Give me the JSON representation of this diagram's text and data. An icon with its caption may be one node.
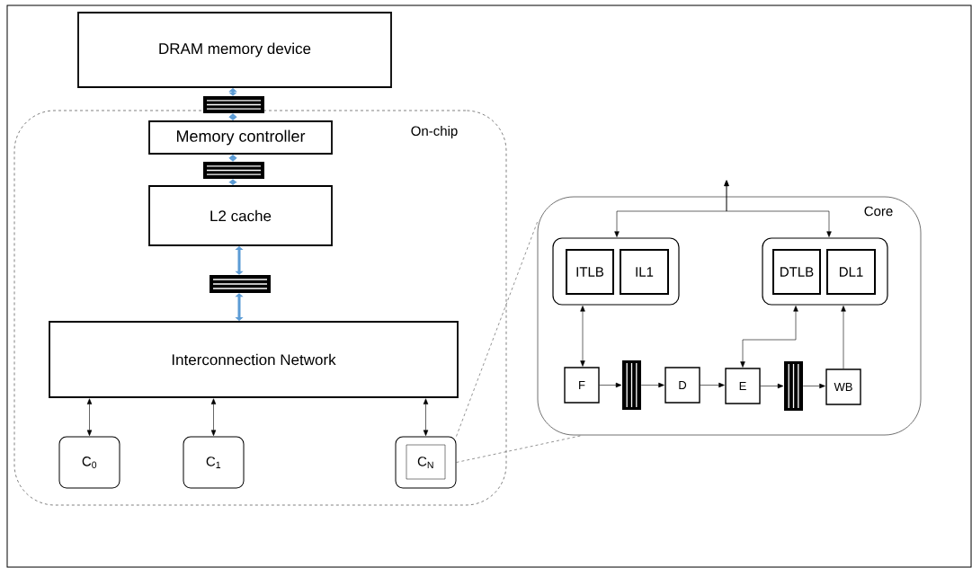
{
  "diagram": {
    "nodes": [
      {
        "text": [
          "DRAM memory device"
        ]
      },
      {
        "text": [
          "On-chip"
        ]
      },
      {
        "text": [],
        "shape": "bar"
      },
      {
        "text": [
          "Memory controller"
        ],
        "in": 1
      },
      {
        "text": [],
        "shape": "bar",
        "in": 1
      },
      {
        "text": [
          "L2 cache"
        ],
        "in": 1
      },
      {
        "text": [],
        "shape": "bar",
        "in": 1
      },
      {
        "text": [
          "Interconnection Network"
        ],
        "in": 1
      },
      {
        "text": [
          "C$_{0}$"
        ],
        "in": 1
      },
      {
        "text": [
          "C$_{1}$"
        ],
        "in": 1
      },
      {
        "text": [
          "C$_{N}$"
        ],
        "in": 1
      },
      {
        "text": [
          "Core"
        ]
      },
      {
        "text": [],
        "shape": "box",
        "in": 11
      },
      {
        "text": [
          "ITLB"
        ],
        "in": 12
      },
      {
        "text": [
          "IL1"
        ],
        "in": 12
      },
      {
        "text": [],
        "shape": "box",
        "in": 11
      },
      {
        "text": [
          "DTLB"
        ],
        "in": 15
      },
      {
        "text": [
          "DL1"
        ],
        "in": 15
      },
      {
        "text": [
          "F"
        ],
        "in": 11
      },
      {
        "text": [],
        "shape": "bar",
        "in": 11
      },
      {
        "text": [
          "D"
        ],
        "in": 11
      },
      {
        "text": [
          "E"
        ],
        "in": 11
      },
      {
        "text": [],
        "shape": "bar",
        "in": 11
      },
      {
        "text": [
          "WB"
        ],
        "in": 11
      }
    ],
    "edges": [
      {
        "from": 0,
        "to": 2,
        "arrow": "both",
        "style": "thick",
        "color": "#5b9bd5"
      },
      {
        "from": 2,
        "to": 3,
        "arrow": "both",
        "style": "thick",
        "color": "#5b9bd5"
      },
      {
        "from": 3,
        "to": 4,
        "arrow": "both",
        "style": "thick",
        "color": "#5b9bd5"
      },
      {
        "from": 4,
        "to": 5,
        "arrow": "both",
        "style": "thick",
        "color": "#5b9bd5"
      },
      {
        "from": 5,
        "to": 6,
        "arrow": "both",
        "style": "thick",
        "color": "#5b9bd5"
      },
      {
        "from": 6,
        "to": 7,
        "arrow": "both",
        "style": "thick",
        "color": "#5b9bd5"
      },
      {
        "from": 7,
        "to": 8,
        "arrow": "both"
      },
      {
        "from": 7,
        "to": 9,
        "arrow": "both"
      },
      {
        "from": 7,
        "to": 10,
        "arrow": "both"
      },
      {
        "from": 10,
        "to": 11,
        "arrow": "none",
        "style": "dashed"
      },
      {
        "from": 10,
        "to": 11,
        "arrow": "none",
        "style": "dashed"
      },
      {
        "from": 12,
        "to": null,
        "arrow": "both"
      },
      {
        "from": 15,
        "to": null,
        "arrow": "both"
      },
      {
        "from": 12,
        "to": 18,
        "arrow": "both"
      },
      {
        "from": 21,
        "to": 15,
        "arrow": "both"
      },
      {
        "from": 23,
        "to": 15,
        "arrow": "to"
      },
      {
        "from": 18,
        "to": 19,
        "arrow": "to"
      },
      {
        "from": 19,
        "to": 20,
        "arrow": "to"
      },
      {
        "from": 20,
        "to": 21,
        "arrow": "to"
      },
      {
        "from": 21,
        "to": 22,
        "arrow": "to"
      },
      {
        "from": 22,
        "to": 23,
        "arrow": "to"
      }
    ]
  }
}
